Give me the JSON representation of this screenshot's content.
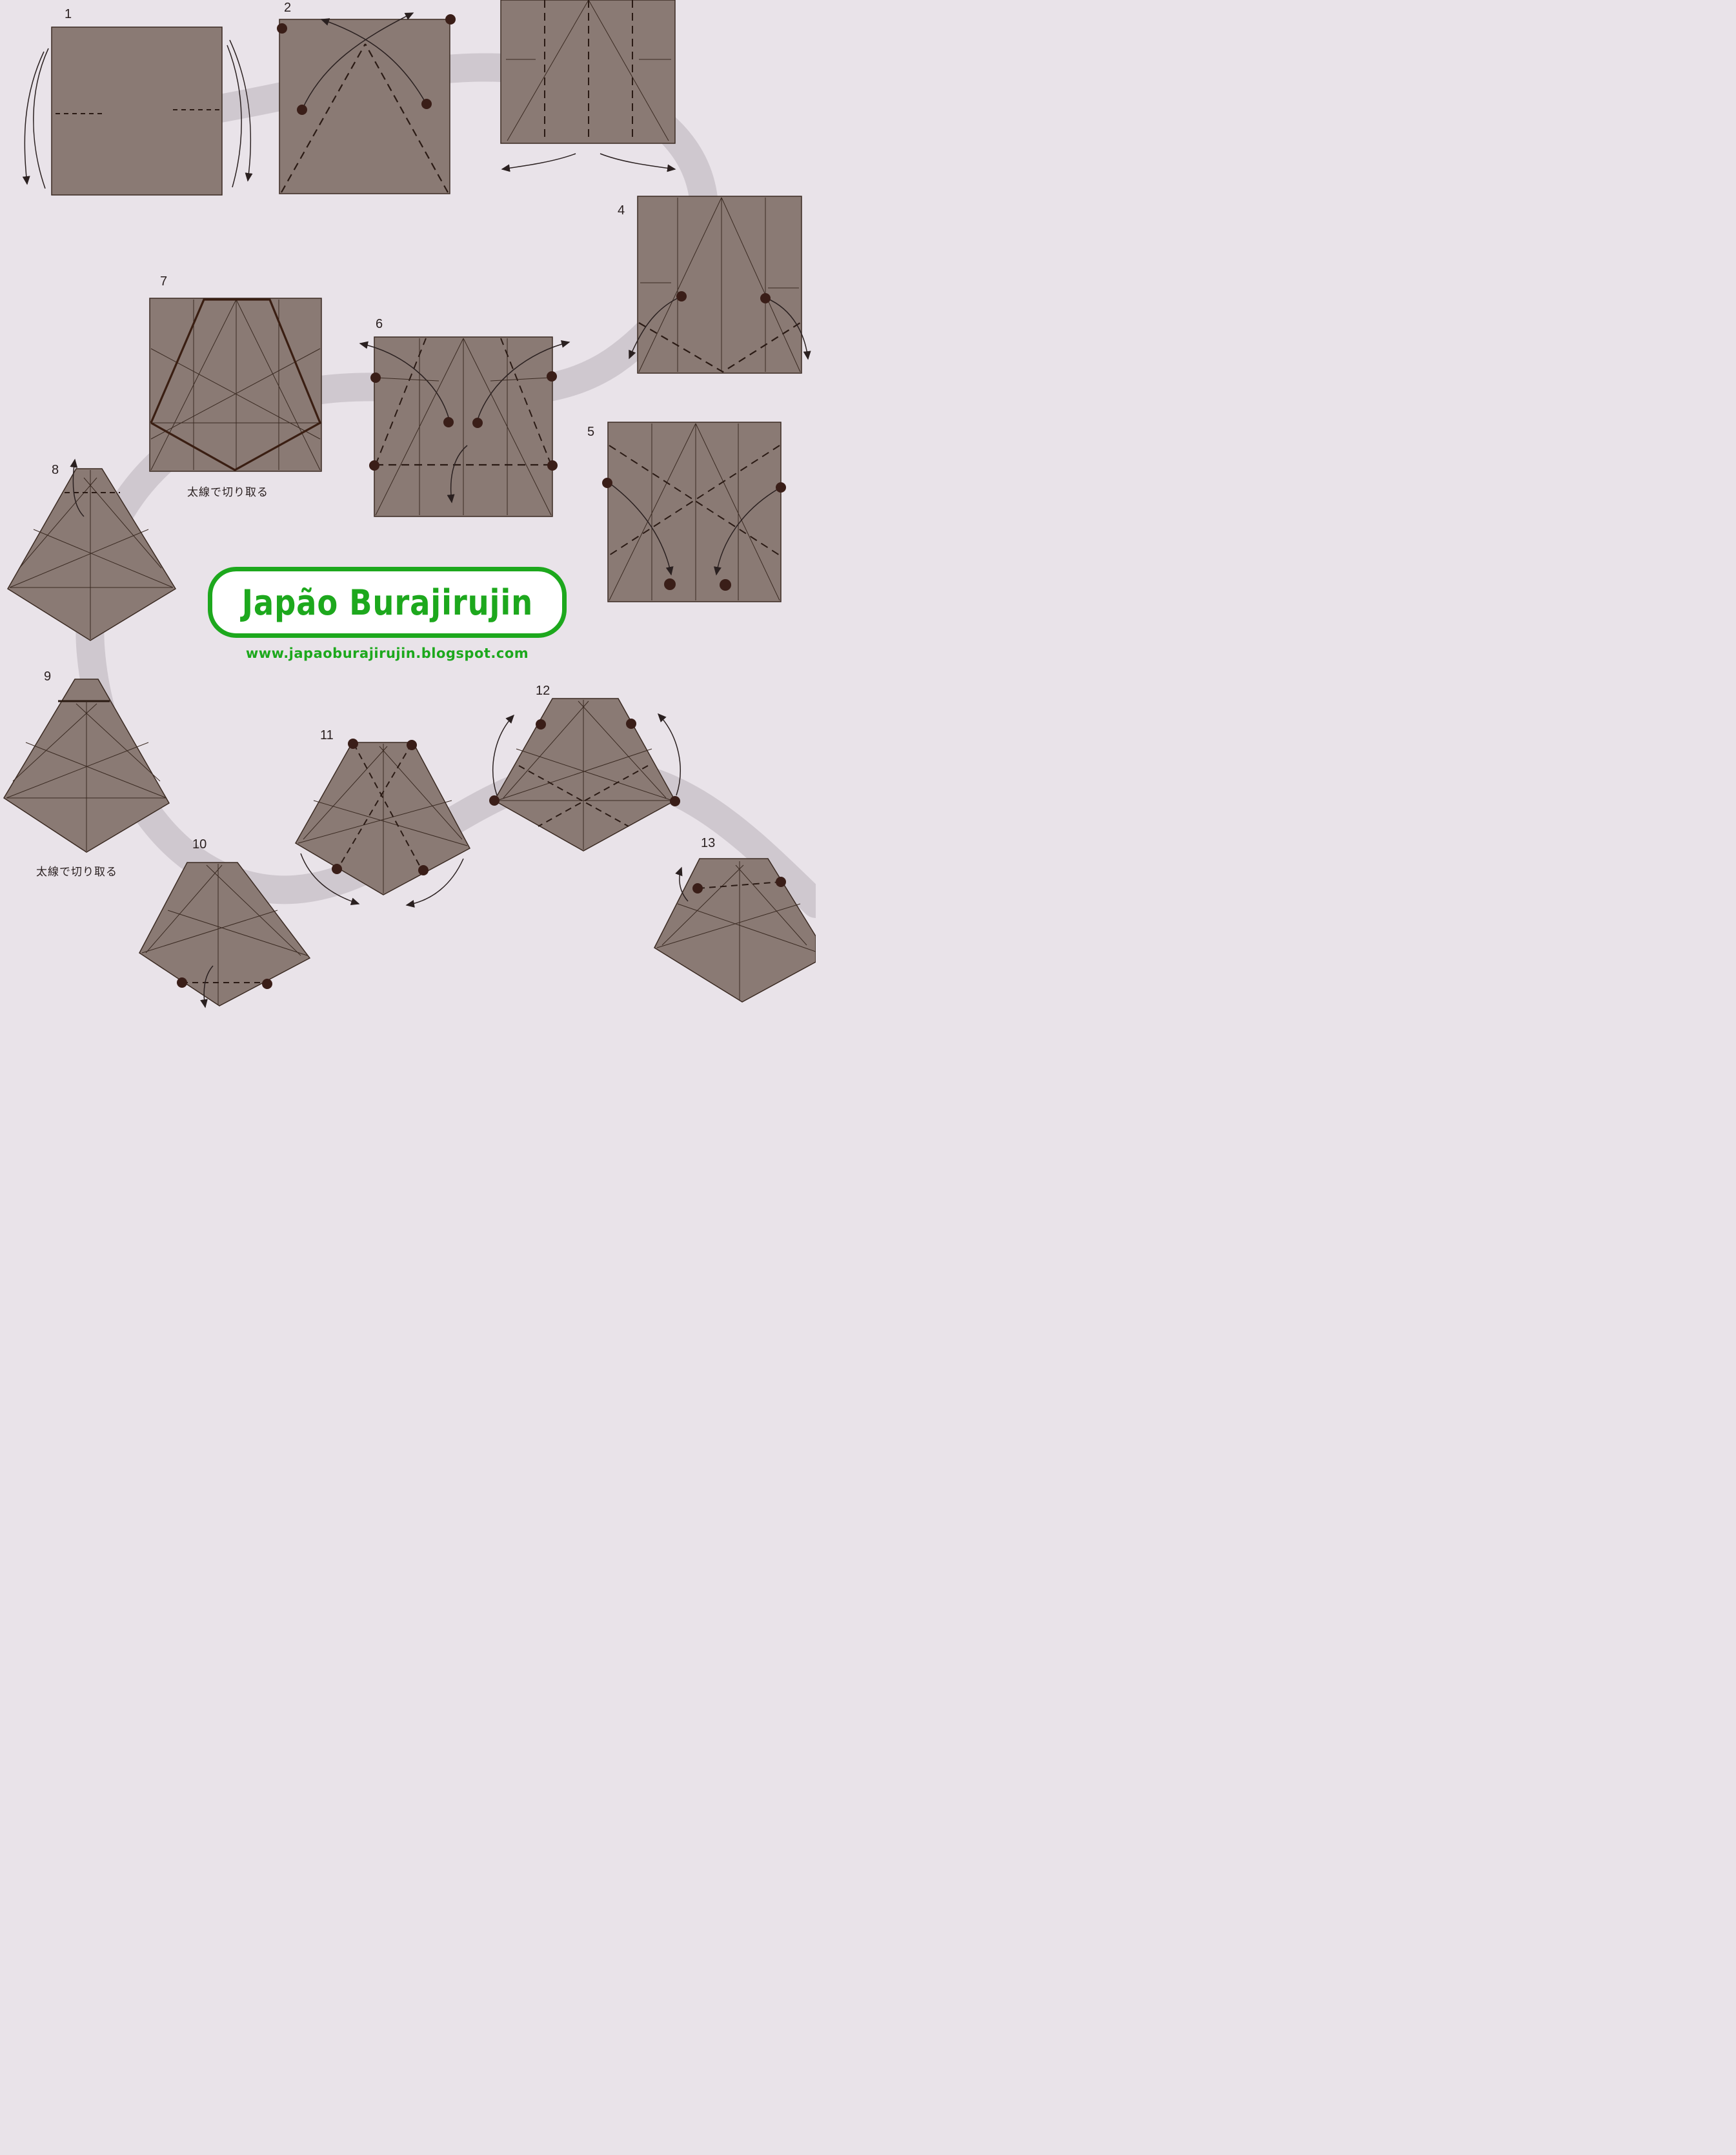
{
  "steps": [
    {
      "id": "1",
      "label": "1"
    },
    {
      "id": "2",
      "label": "2"
    },
    {
      "id": "3",
      "label": ""
    },
    {
      "id": "4",
      "label": "4"
    },
    {
      "id": "5",
      "label": "5"
    },
    {
      "id": "6",
      "label": "6"
    },
    {
      "id": "7",
      "label": "7"
    },
    {
      "id": "8",
      "label": "8"
    },
    {
      "id": "9",
      "label": "9"
    },
    {
      "id": "10",
      "label": "10"
    },
    {
      "id": "11",
      "label": "11"
    },
    {
      "id": "12",
      "label": "12"
    },
    {
      "id": "13",
      "label": "13"
    }
  ],
  "captions": {
    "cut_step7": "太線で切り取る",
    "cut_step9": "太線で切り取る"
  },
  "watermark": {
    "title": "Japão Burajirujin",
    "url": "www.japaoburajirujin.blogspot.com"
  },
  "colors": {
    "paper": "#8a7a74",
    "line": "#3a2a22",
    "dot": "#3a1e18",
    "background": "#e9e3e9",
    "path": "#cfc8cf",
    "brand": "#1da81d"
  }
}
